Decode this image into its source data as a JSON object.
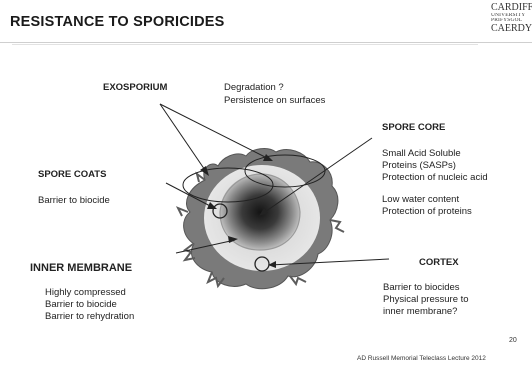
{
  "slide": {
    "title": "RESISTANCE TO SPORICIDES",
    "slide_number": "20",
    "footer": "AD Russell Memorial Teleclass Lecture 2012"
  },
  "logo": {
    "line1": "CARDIFF",
    "line2": "UNIVERSITY",
    "line3": "PRIFYSGOL",
    "line4": "CAERDYDD"
  },
  "labels": {
    "exosporium": {
      "heading": "EXOSPORIUM",
      "lines": [
        "Degradation ?",
        "Persistence on surfaces"
      ]
    },
    "spore_core": {
      "heading": "SPORE CORE",
      "lines": [
        "Small Acid Soluble",
        "Proteins (SASPs)",
        "Protection of nucleic acid",
        "Low water content",
        "Protection of proteins"
      ]
    },
    "spore_coats": {
      "heading": "SPORE COATS",
      "lines": [
        "Barrier to biocide"
      ]
    },
    "inner_membrane": {
      "heading": "INNER MEMBRANE",
      "lines": [
        "Highly compressed",
        "Barrier to biocide",
        "Barrier to rehydration"
      ]
    },
    "cortex": {
      "heading": "CORTEX",
      "lines": [
        "Barrier to biocides",
        "Physical pressure to",
        "inner membrane?"
      ]
    }
  }
}
